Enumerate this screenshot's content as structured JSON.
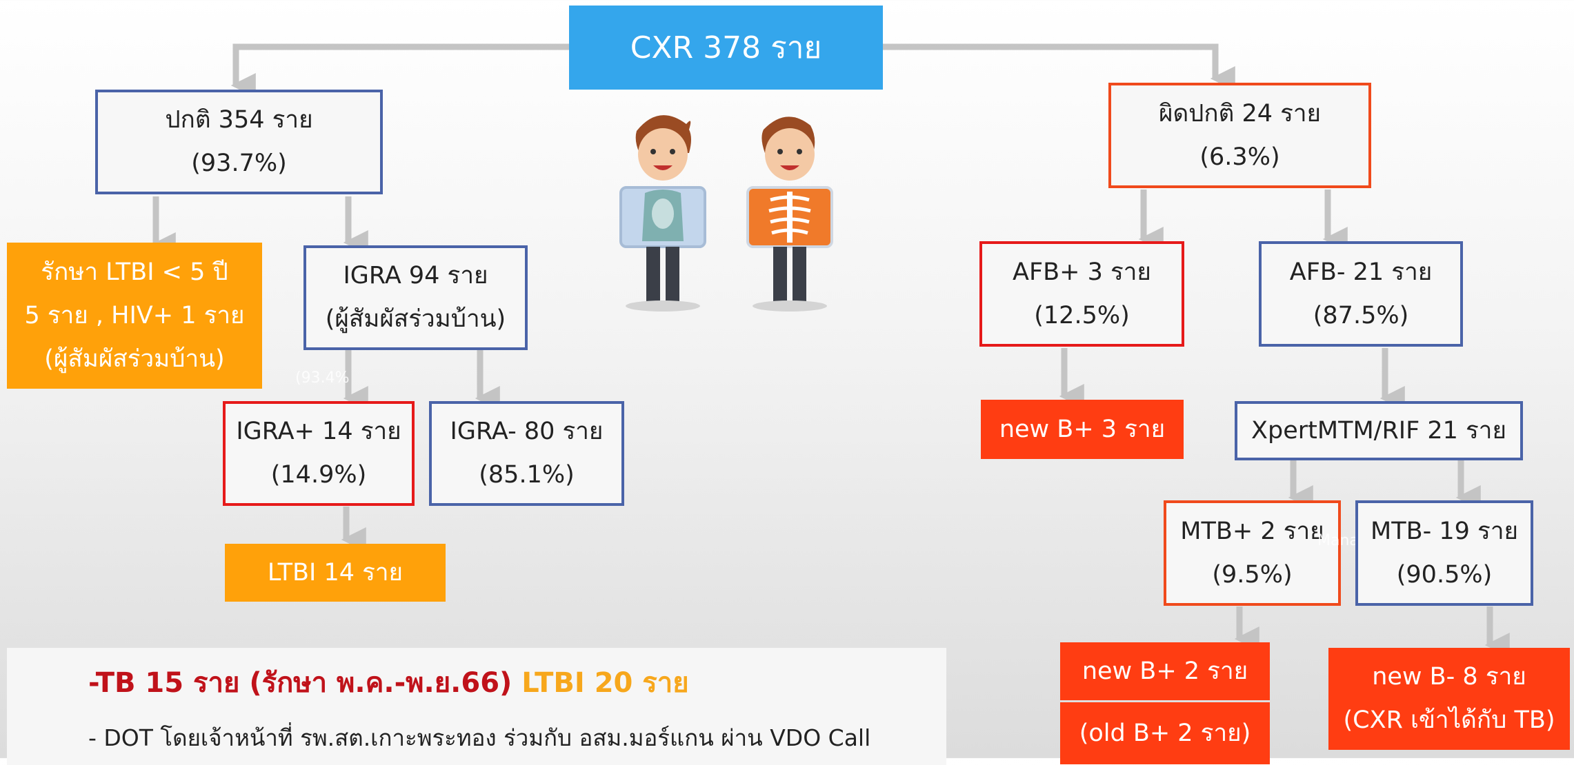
{
  "root": {
    "label": "CXR  378 ราย"
  },
  "normal": {
    "line1": "ปกติ 354 ราย",
    "line2": "(93.7%)"
  },
  "abnormal": {
    "line1": "ผิดปกติ 24 ราย",
    "line2": "(6.3%)"
  },
  "ltbi_treat": {
    "line1": "รักษา LTBI < 5 ปี",
    "line2": "5 ราย , HIV+ 1 ราย",
    "line3": "(ผู้สัมผัสร่วมบ้าน)"
  },
  "igra": {
    "line1": "IGRA 94 ราย",
    "line2": "(ผู้สัมผัสร่วมบ้าน)"
  },
  "igra_pos": {
    "line1": "IGRA+ 14 ราย",
    "line2": "(14.9%)"
  },
  "igra_neg": {
    "line1": "IGRA- 80 ราย",
    "line2": "(85.1%)"
  },
  "ltbi": {
    "label": "LTBI 14 ราย"
  },
  "afb_pos": {
    "line1": "AFB+ 3 ราย",
    "line2": "(12.5%)"
  },
  "afb_neg": {
    "line1": "AFB- 21 ราย",
    "line2": "(87.5%)"
  },
  "new_b_pos_3": {
    "label": "new B+ 3 ราย"
  },
  "xpert": {
    "label": "XpertMTM/RIF 21 ราย"
  },
  "mtb_pos": {
    "line1": "MTB+ 2 ราย",
    "line2": "(9.5%)"
  },
  "mtb_neg": {
    "line1": "MTB- 19 ราย",
    "line2": "(90.5%)"
  },
  "new_b_pos_2": {
    "label": "new B+ 2 ราย"
  },
  "old_b_pos": {
    "label": "(old B+ 2 ราย)"
  },
  "new_b_neg": {
    "line1": "new B- 8 ราย",
    "line2": "(CXR เข้าได้กับ TB)"
  },
  "ghost": {
    "pct": "(93.4%",
    "manager": "Manager"
  },
  "summary": {
    "tb": "-TB 15 ราย (รักษา พ.ค.-พ.ย.66)",
    "ltbi": "LTBI 20 ราย",
    "dot": "- DOT โดยเจ้าหน้าที่ รพ.สต.เกาะพระทอง ร่วมกับ อสม.มอร์แกน  ผ่าน VDO Call"
  },
  "colors": {
    "blue_border": "#4a63a8",
    "red_border": "#e61a1a",
    "orange_fill": "#ffa10a",
    "red_fill": "#ff3d12",
    "sky_fill": "#34a6ec",
    "connector": "#c4c4c4"
  }
}
